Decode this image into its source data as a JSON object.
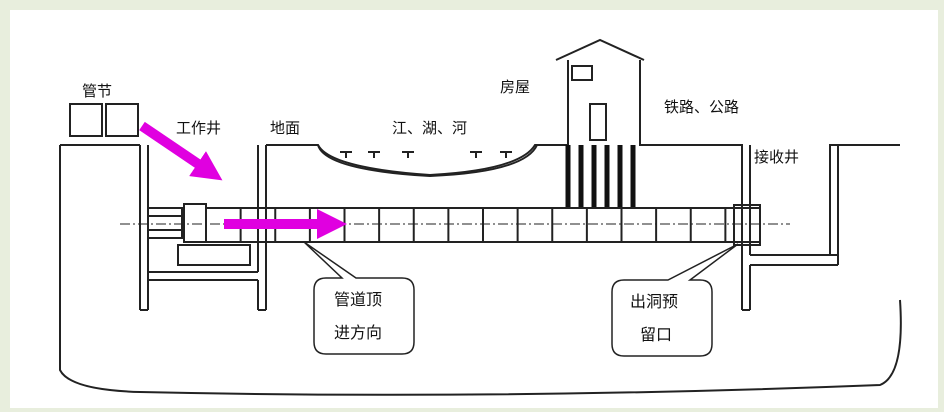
{
  "labels": {
    "pipe_section": "管节",
    "work_well": "工作井",
    "ground": "地面",
    "water": "江、湖、河",
    "house": "房屋",
    "rail_road": "铁路、公路",
    "receive_well": "接收井",
    "jacking_line1": "管道顶",
    "jacking_line2": "进方向",
    "exit_line1": "出洞预",
    "exit_line2": "留口"
  },
  "colors": {
    "background": "#e8eedd",
    "panel": "#ffffff",
    "line": "#222222",
    "arrow": "#e000e0"
  },
  "pipe_segments": 16
}
